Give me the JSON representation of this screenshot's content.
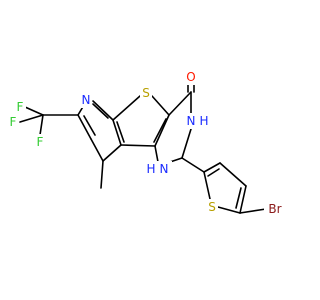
{
  "molecule": {
    "colors": {
      "bond": "#000000",
      "carbon": "#000000",
      "nitrogen": "#1a2bff",
      "oxygen": "#ff1a00",
      "sulfur": "#b8a000",
      "fluorine": "#33cc33",
      "bromine": "#8b1a1a",
      "background": "#ffffff"
    },
    "labels": {
      "oxygen": "O",
      "ring_sulfur": "S",
      "pyridine_nitrogen": "N",
      "nh_upper": "N",
      "nh_upper_h": "H",
      "nh_lower": "N",
      "nh_lower_h": "H",
      "thiophene_sulfur": "S",
      "bromine": "Br",
      "fluorine_1": "F",
      "fluorine_2": "F",
      "fluorine_3": "F"
    }
  }
}
